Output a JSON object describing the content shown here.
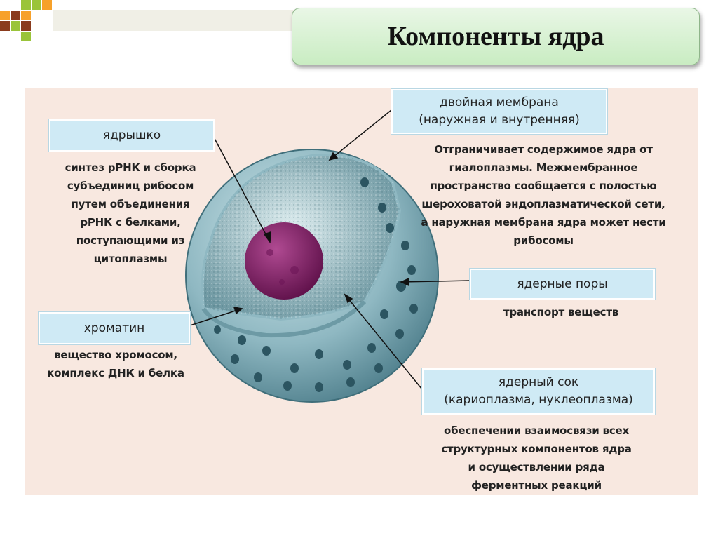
{
  "title": "Компоненты ядра",
  "labels": {
    "nucleolus": {
      "name": "ядрышко",
      "description": "синтез рРНК и сборка\nсубъединиц рибосом\nпутем объединения\nрРНК с белками,\nпоступающими из\nцитоплазмы"
    },
    "chromatin": {
      "name": "хроматин",
      "description": "вещество хромосом,\nкомплекс ДНК и белка"
    },
    "membrane": {
      "name": "двойная мембрана\n(наружная и внутренняя)",
      "description": "Отграничивает содержимое ядра от\nгиалоплазмы. Межмембранное\nпространство сообщается с полостью\nшероховатой эндоплазматической сети,\nа наружная мембрана ядра может нести\nрибосомы"
    },
    "pores": {
      "name": "ядерные поры",
      "description": "транспорт веществ"
    },
    "sap": {
      "name": "ядерный сок\n(кариоплазма, нуклеоплазма)",
      "description": "обеспечении взаимосвязи всех\nструктурных компонентов ядра\nи осуществлении ряда\nферментных реакций"
    }
  },
  "colors": {
    "panel_background": "#f8e8e0",
    "label_fill": "#cfeaf5",
    "nucleus_shell": "#8fb8c2",
    "nucleolus": "#8a1f6e",
    "title_box": "#d4f0cf"
  }
}
